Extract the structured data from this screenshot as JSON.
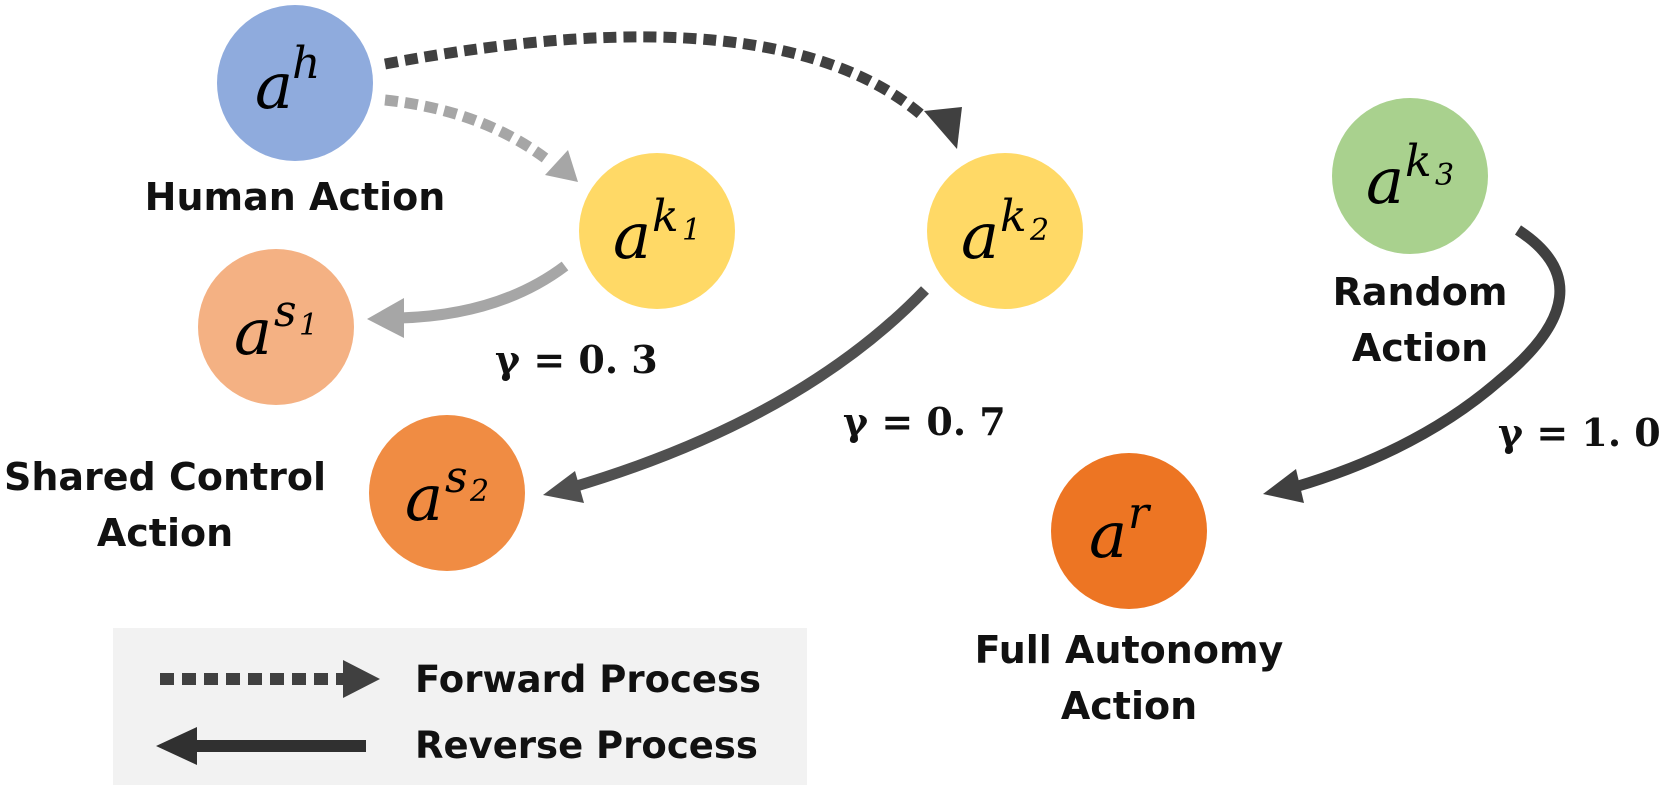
{
  "nodes": {
    "human": {
      "base": "a",
      "sup": "h",
      "sub": "",
      "color": "#8FABDD"
    },
    "k1": {
      "base": "a",
      "sup": "k",
      "sub": "1",
      "color": "#FFD966"
    },
    "k2": {
      "base": "a",
      "sup": "k",
      "sub": "2",
      "color": "#FFD966"
    },
    "k3": {
      "base": "a",
      "sup": "k",
      "sub": "3",
      "color": "#A9D18E"
    },
    "s1": {
      "base": "a",
      "sup": "s",
      "sub": "1",
      "color": "#F4B183"
    },
    "s2": {
      "base": "a",
      "sup": "s",
      "sub": "2",
      "color": "#F08C43"
    },
    "r": {
      "base": "a",
      "sup": "r",
      "sub": "",
      "color": "#ED7523"
    }
  },
  "captions": {
    "human": [
      "Human Action"
    ],
    "shared": [
      "Shared Control",
      "Action"
    ],
    "random": [
      "Random",
      "Action"
    ],
    "full": [
      "Full Autonomy",
      "Action"
    ]
  },
  "gammas": {
    "g03": "γ = 0. 3",
    "g07": "γ = 0. 7",
    "g10": "γ = 1. 0"
  },
  "legend": {
    "forward": "Forward Process",
    "reverse": "Reverse Process",
    "background": "#F2F2F2"
  },
  "arrow_colors": {
    "dark": "#404040",
    "light": "#A6A6A6"
  }
}
